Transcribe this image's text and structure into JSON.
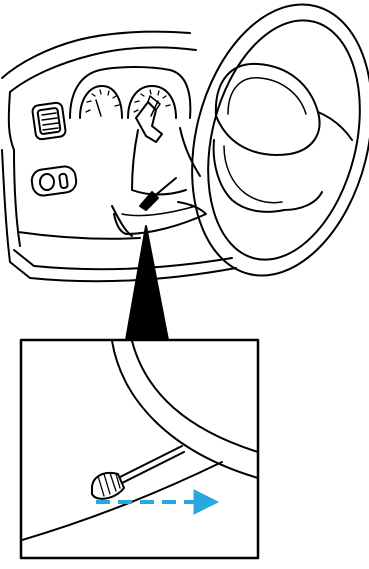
{
  "figure": {
    "type": "line-art illustration",
    "colors": {
      "line": "#000000",
      "background": "#ffffff",
      "arrow": "#29a8e0"
    },
    "icons": {
      "main_view": "dashboard-steering-wheel",
      "callout": "magnified-detail-under-dash",
      "direction": "dashed-arrow-right"
    }
  }
}
